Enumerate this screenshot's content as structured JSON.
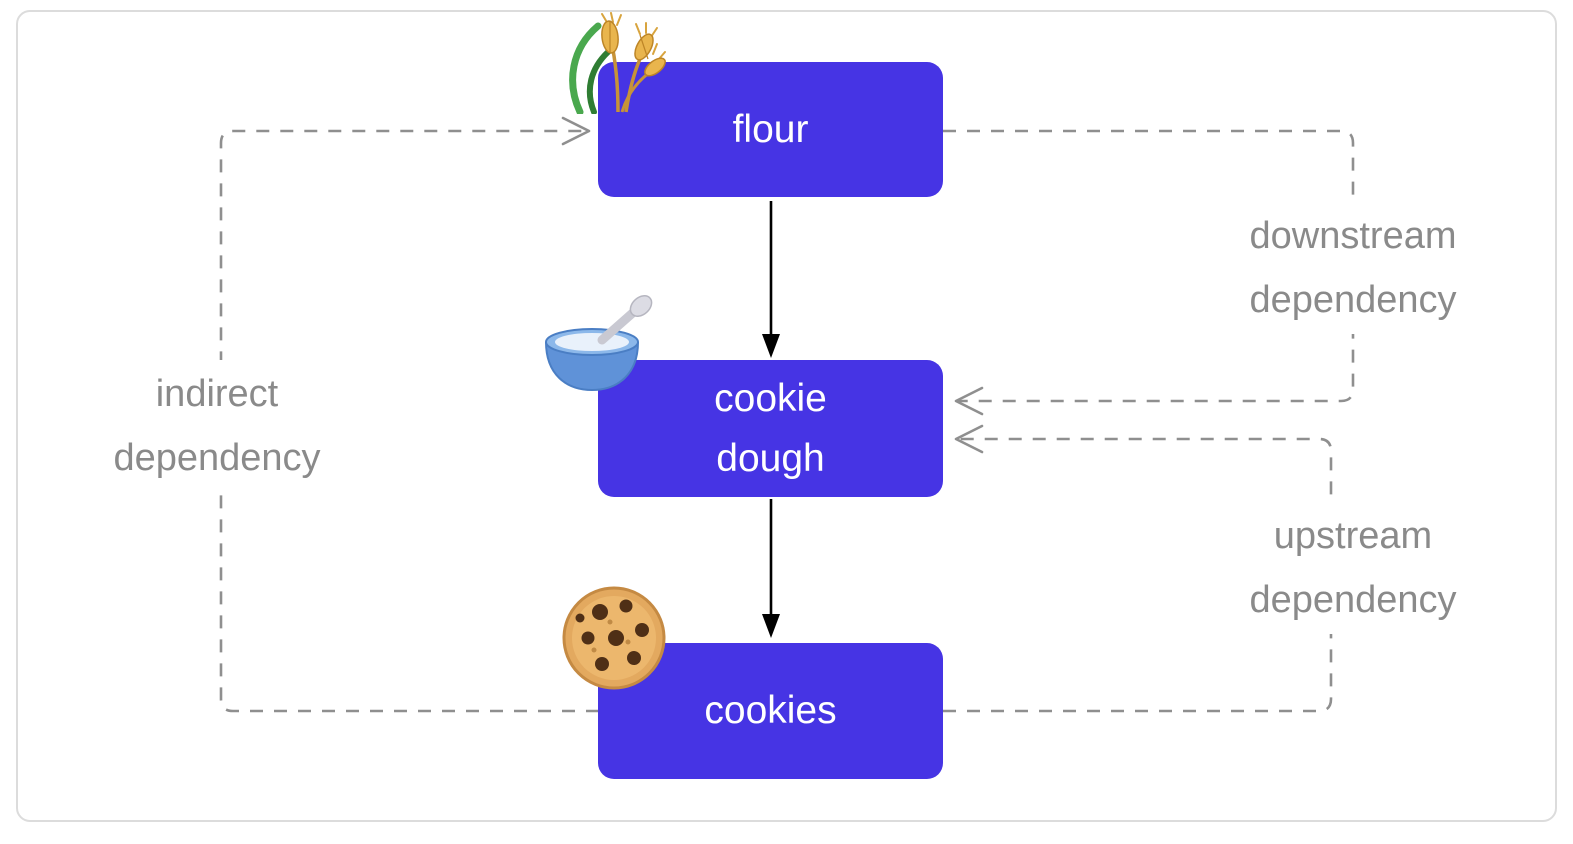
{
  "colors": {
    "node_fill": "#4634e4",
    "node_text": "#ffffff",
    "edge_dashed": "#8f8f8f",
    "edge_solid": "#000000",
    "label_text": "#8a8a8a",
    "frame_border": "#dcdcdc",
    "background": "#ffffff"
  },
  "nodes": {
    "flour": {
      "label": "flour",
      "icon": "wheat-sheaf-icon"
    },
    "cookie_dough": {
      "lines": [
        "cookie",
        "dough"
      ],
      "icon": "bowl-with-spoon-icon"
    },
    "cookies": {
      "label": "cookies",
      "icon": "chocolate-chip-cookie-icon"
    }
  },
  "edges": [
    {
      "from": "flour",
      "to": "cookie_dough",
      "style": "solid",
      "label": ""
    },
    {
      "from": "cookie_dough",
      "to": "cookies",
      "style": "solid",
      "label": ""
    },
    {
      "from": "flour",
      "to": "cookie_dough",
      "style": "dashed",
      "label": "downstream dependency"
    },
    {
      "from": "cookies",
      "to": "cookie_dough",
      "style": "dashed",
      "label": "upstream dependency"
    },
    {
      "from": "cookies",
      "to": "flour",
      "style": "dashed",
      "label": "indirect dependency"
    }
  ],
  "edge_labels": {
    "downstream": {
      "lines": [
        "downstream",
        "dependency"
      ]
    },
    "upstream": {
      "lines": [
        "upstream",
        "dependency"
      ]
    },
    "indirect": {
      "lines": [
        "indirect",
        "dependency"
      ]
    }
  }
}
